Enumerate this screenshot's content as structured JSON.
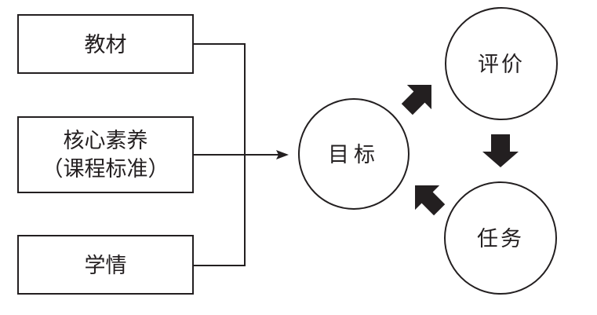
{
  "inputs": [
    {
      "id": "textbook",
      "lines": [
        "教材"
      ]
    },
    {
      "id": "core-literacy",
      "lines": [
        "核心素养",
        "（课程标准）"
      ]
    },
    {
      "id": "student-situation",
      "lines": [
        "学情"
      ]
    }
  ],
  "cycle": {
    "goal": "目标",
    "evaluation": "评价",
    "task": "任务"
  },
  "colors": {
    "stroke": "#231f20",
    "background": "#ffffff"
  }
}
